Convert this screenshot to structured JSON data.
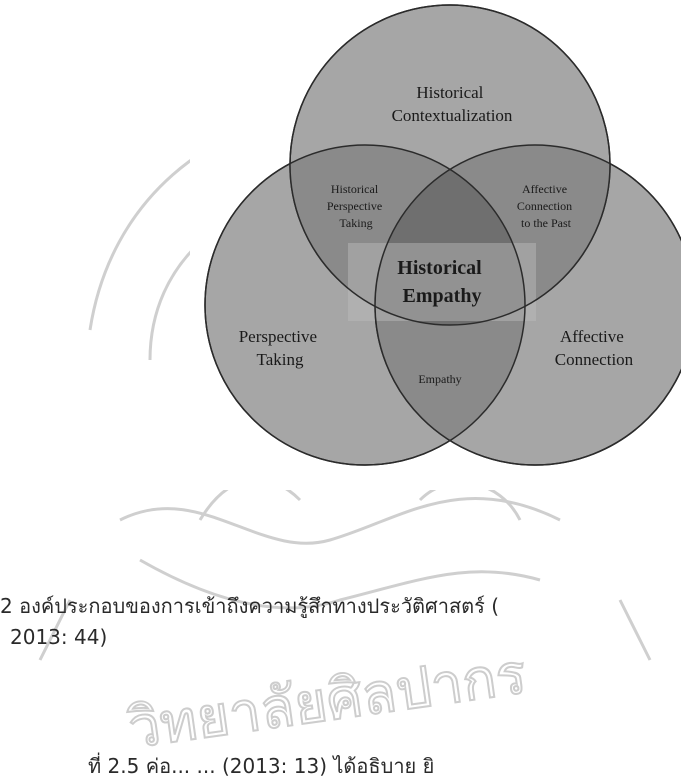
{
  "diagram": {
    "circles": {
      "top": "Historical\nContextualization",
      "left": "Perspective\nTaking",
      "right": "Affective\nConnection"
    },
    "overlaps": {
      "top_left": "Historical\nPerspective\nTaking",
      "top_right": "Affective\nConnection\nto the Past",
      "bottom": "Empathy"
    },
    "center": "Historical\nEmpathy"
  },
  "caption": {
    "line1": "2  องค์ประกอบของการเข้าถึงความรู้สึกทางประวัติศาสตร์ (",
    "line2": "2013: 44)"
  },
  "body_fragment": "ที่ 2.5 ค่อ...  ...  (2013: 13) ได้อธิบาย  ยิ",
  "colors": {
    "circle_fill": "#a6a6a6",
    "circle_stroke": "#2b2b2b",
    "watermark": "#c8c8c8"
  }
}
